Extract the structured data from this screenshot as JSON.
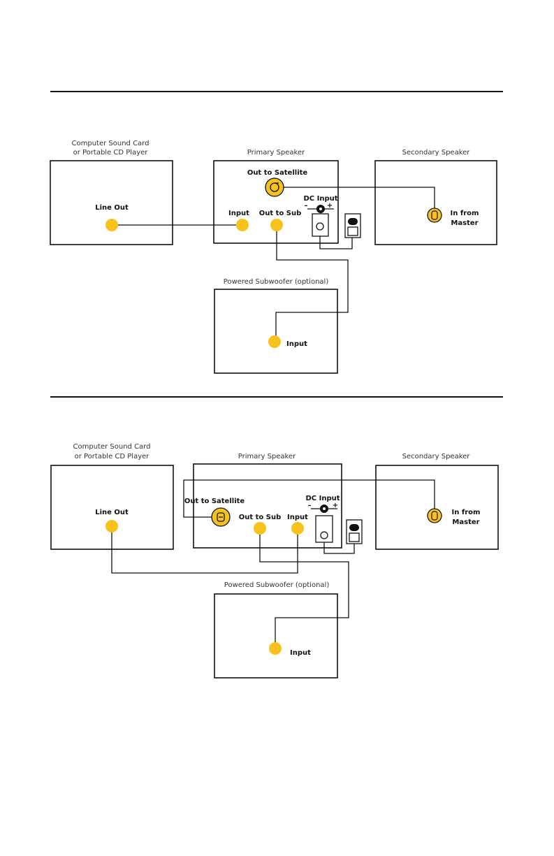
{
  "colors": {
    "jack": "#f7c21b",
    "line": "#111111"
  },
  "diagram1": {
    "source_caption_1": "Computer Sound Card",
    "source_caption_2": "or Portable CD Player",
    "primary_caption": "Primary Speaker",
    "secondary_caption": "Secondary Speaker",
    "sub_caption": "Powered Subwoofer (optional)",
    "line_out": "Line Out",
    "out_to_satellite": "Out to Satellite",
    "input": "Input",
    "out_to_sub": "Out to  Sub",
    "dc_input": "DC Input",
    "dc_minus": "–",
    "dc_plus": "+",
    "in_from_1": "In from",
    "in_from_2": "Master",
    "sub_input": "Input"
  },
  "diagram2": {
    "source_caption_1": "Computer Sound Card",
    "source_caption_2": "or Portable CD Player",
    "primary_caption": "Primary Speaker",
    "secondary_caption": "Secondary Speaker",
    "sub_caption": "Powered Subwoofer (optional)",
    "line_out": "Line Out",
    "out_to_satellite": "Out to Satellite",
    "out_to_sub": "Out to Sub",
    "input": "Input",
    "dc_input": "DC Input",
    "dc_minus": "–",
    "dc_plus": "+",
    "in_from_1": "In from",
    "in_from_2": "Master",
    "sub_input": "Input"
  }
}
